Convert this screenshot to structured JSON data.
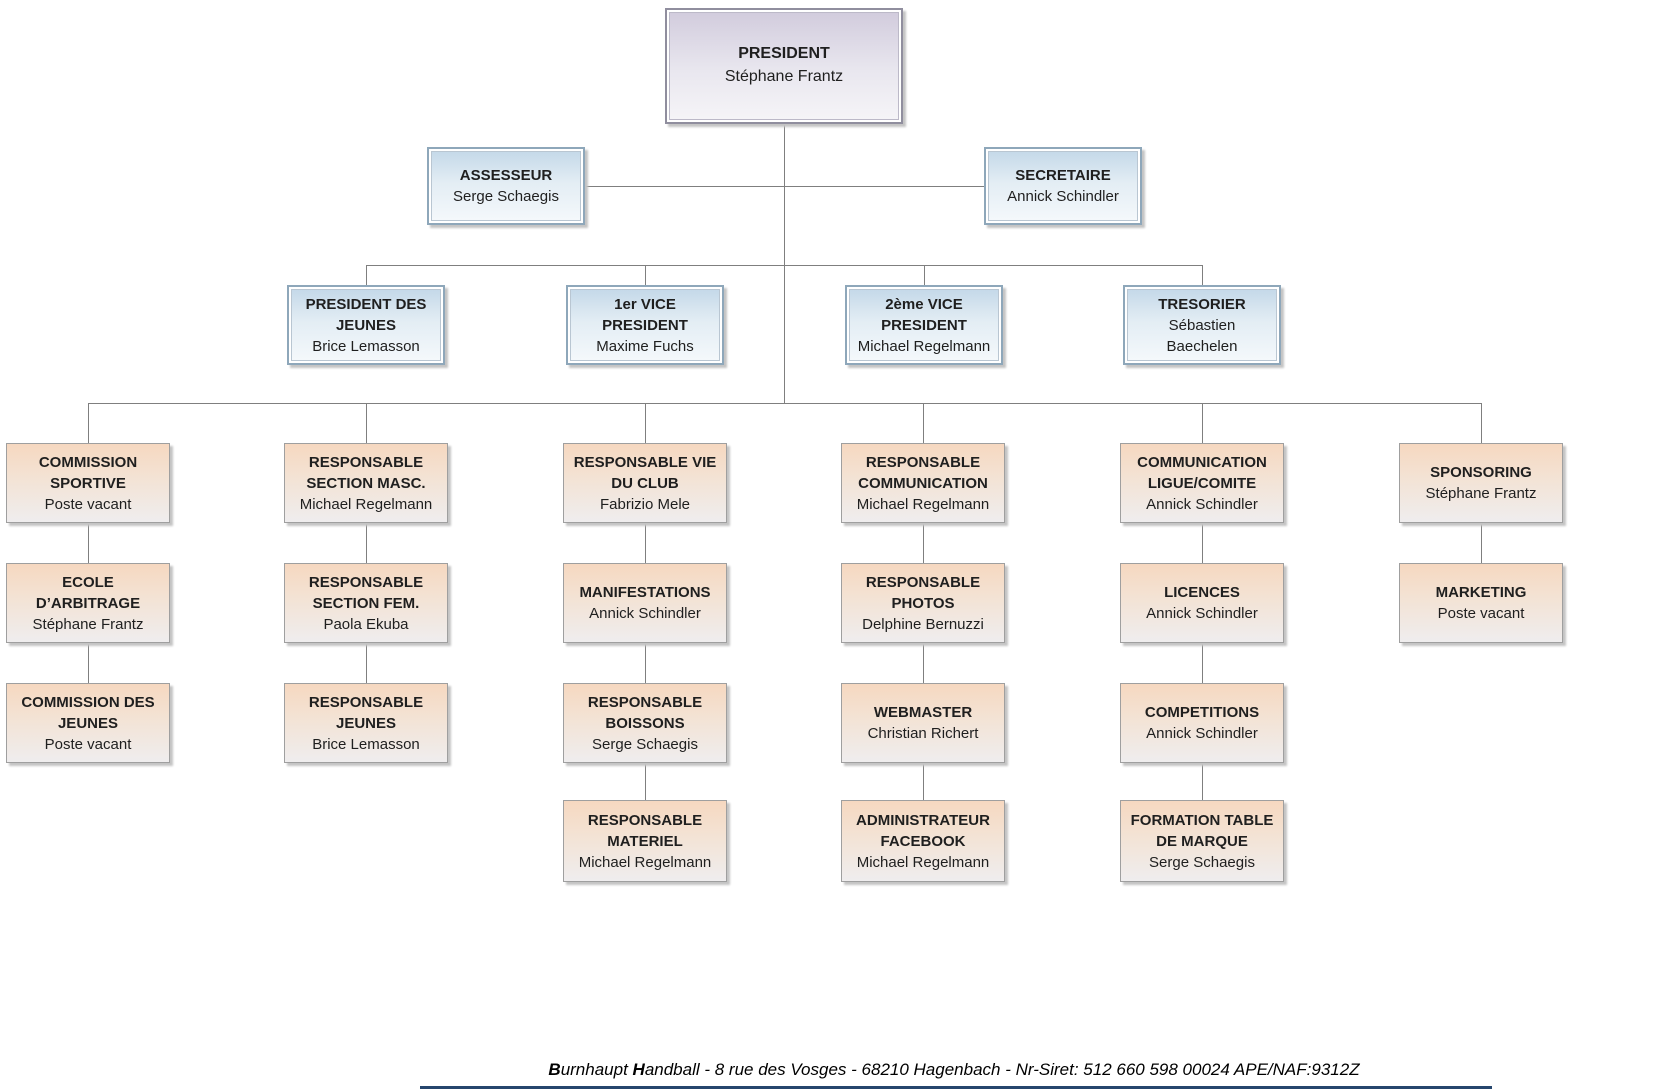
{
  "org": {
    "president": {
      "title": "PRESIDENT",
      "name": "Stéphane Frantz"
    },
    "assesseur": {
      "title": "ASSESSEUR",
      "name": "Serge Schaegis"
    },
    "secretaire": {
      "title": "SECRETAIRE",
      "name": "Annick Schindler"
    },
    "level3": [
      {
        "title": "PRESIDENT DES\nJEUNES",
        "name": "Brice Lemasson"
      },
      {
        "title": "1er VICE\nPRESIDENT",
        "name": "Maxime Fuchs"
      },
      {
        "title": "2ème VICE\nPRESIDENT",
        "name": "Michael Regelmann"
      },
      {
        "title": "TRESORIER",
        "name": "Sébastien\nBaechelen"
      }
    ],
    "columns": [
      {
        "boxes": [
          {
            "title": "COMMISSION\nSPORTIVE",
            "name": "Poste vacant"
          },
          {
            "title": "ECOLE\nD’ARBITRAGE",
            "name": "Stéphane Frantz"
          },
          {
            "title": "COMMISSION DES\nJEUNES",
            "name": "Poste vacant"
          }
        ]
      },
      {
        "boxes": [
          {
            "title": "RESPONSABLE\nSECTION MASC.",
            "name": "Michael Regelmann"
          },
          {
            "title": "RESPONSABLE\nSECTION FEM.",
            "name": "Paola Ekuba"
          },
          {
            "title": "RESPONSABLE\nJEUNES",
            "name": "Brice Lemasson"
          }
        ]
      },
      {
        "boxes": [
          {
            "title": "RESPONSABLE VIE\nDU CLUB",
            "name": "Fabrizio Mele"
          },
          {
            "title": "MANIFESTATIONS",
            "name": "Annick Schindler"
          },
          {
            "title": "RESPONSABLE\nBOISSONS",
            "name": "Serge Schaegis"
          },
          {
            "title": "RESPONSABLE\nMATERIEL",
            "name": "Michael Regelmann"
          }
        ]
      },
      {
        "boxes": [
          {
            "title": "RESPONSABLE\nCOMMUNICATION",
            "name": "Michael Regelmann"
          },
          {
            "title": "RESPONSABLE\nPHOTOS",
            "name": "Delphine Bernuzzi"
          },
          {
            "title": "WEBMASTER",
            "name": "Christian Richert"
          },
          {
            "title": "ADMINISTRATEUR\nFACEBOOK",
            "name": "Michael Regelmann"
          }
        ]
      },
      {
        "boxes": [
          {
            "title": "COMMUNICATION\nLIGUE/COMITE",
            "name": "Annick Schindler"
          },
          {
            "title": "LICENCES",
            "name": "Annick Schindler"
          },
          {
            "title": "COMPETITIONS",
            "name": "Annick Schindler"
          },
          {
            "title": "FORMATION TABLE\nDE MARQUE",
            "name": "Serge Schaegis"
          }
        ]
      },
      {
        "boxes": [
          {
            "title": "SPONSORING",
            "name": "Stéphane Frantz"
          },
          {
            "title": "MARKETING",
            "name": "Poste vacant"
          }
        ]
      }
    ]
  },
  "footer": {
    "bold1": "B",
    "text1": "urnhaupt ",
    "bold2": "H",
    "text2": "andball - 8 rue des Vosges - 68210 Hagenbach - Nr-Siret: 512 660 598 00024 APE/NAF:9312Z"
  },
  "colors": {
    "line": "#7f7f7f",
    "blue_box_top": "#c5d9e9",
    "purple_box_top": "#d2ccdd",
    "orange_box_top": "#f6d8c0",
    "footer_underline": "#26466d"
  }
}
